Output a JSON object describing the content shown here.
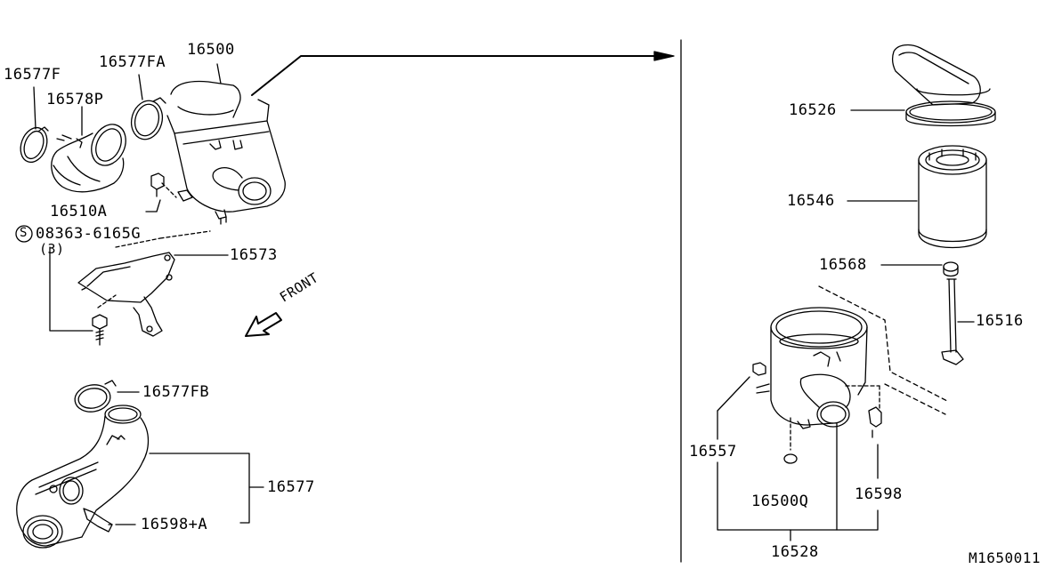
{
  "diagram": {
    "left_labels": {
      "p16577F": "16577F",
      "p16577FA": "16577FA",
      "p16500": "16500",
      "p16578P": "16578P",
      "p16510A": "16510A",
      "screw_spec": "08363-6165G",
      "screw_qty": "(3)",
      "screw_symbol": "S",
      "p16573": "16573",
      "front": "FRONT",
      "p16577FB": "16577FB",
      "p16577": "16577",
      "p16598A": "16598+A"
    },
    "right_labels": {
      "p16526": "16526",
      "p16546": "16546",
      "p16568": "16568",
      "p16516": "16516",
      "p16557": "16557",
      "p16500Q": "16500Q",
      "p16598": "16598",
      "p16528": "16528"
    },
    "figure_code": "M1650011"
  }
}
